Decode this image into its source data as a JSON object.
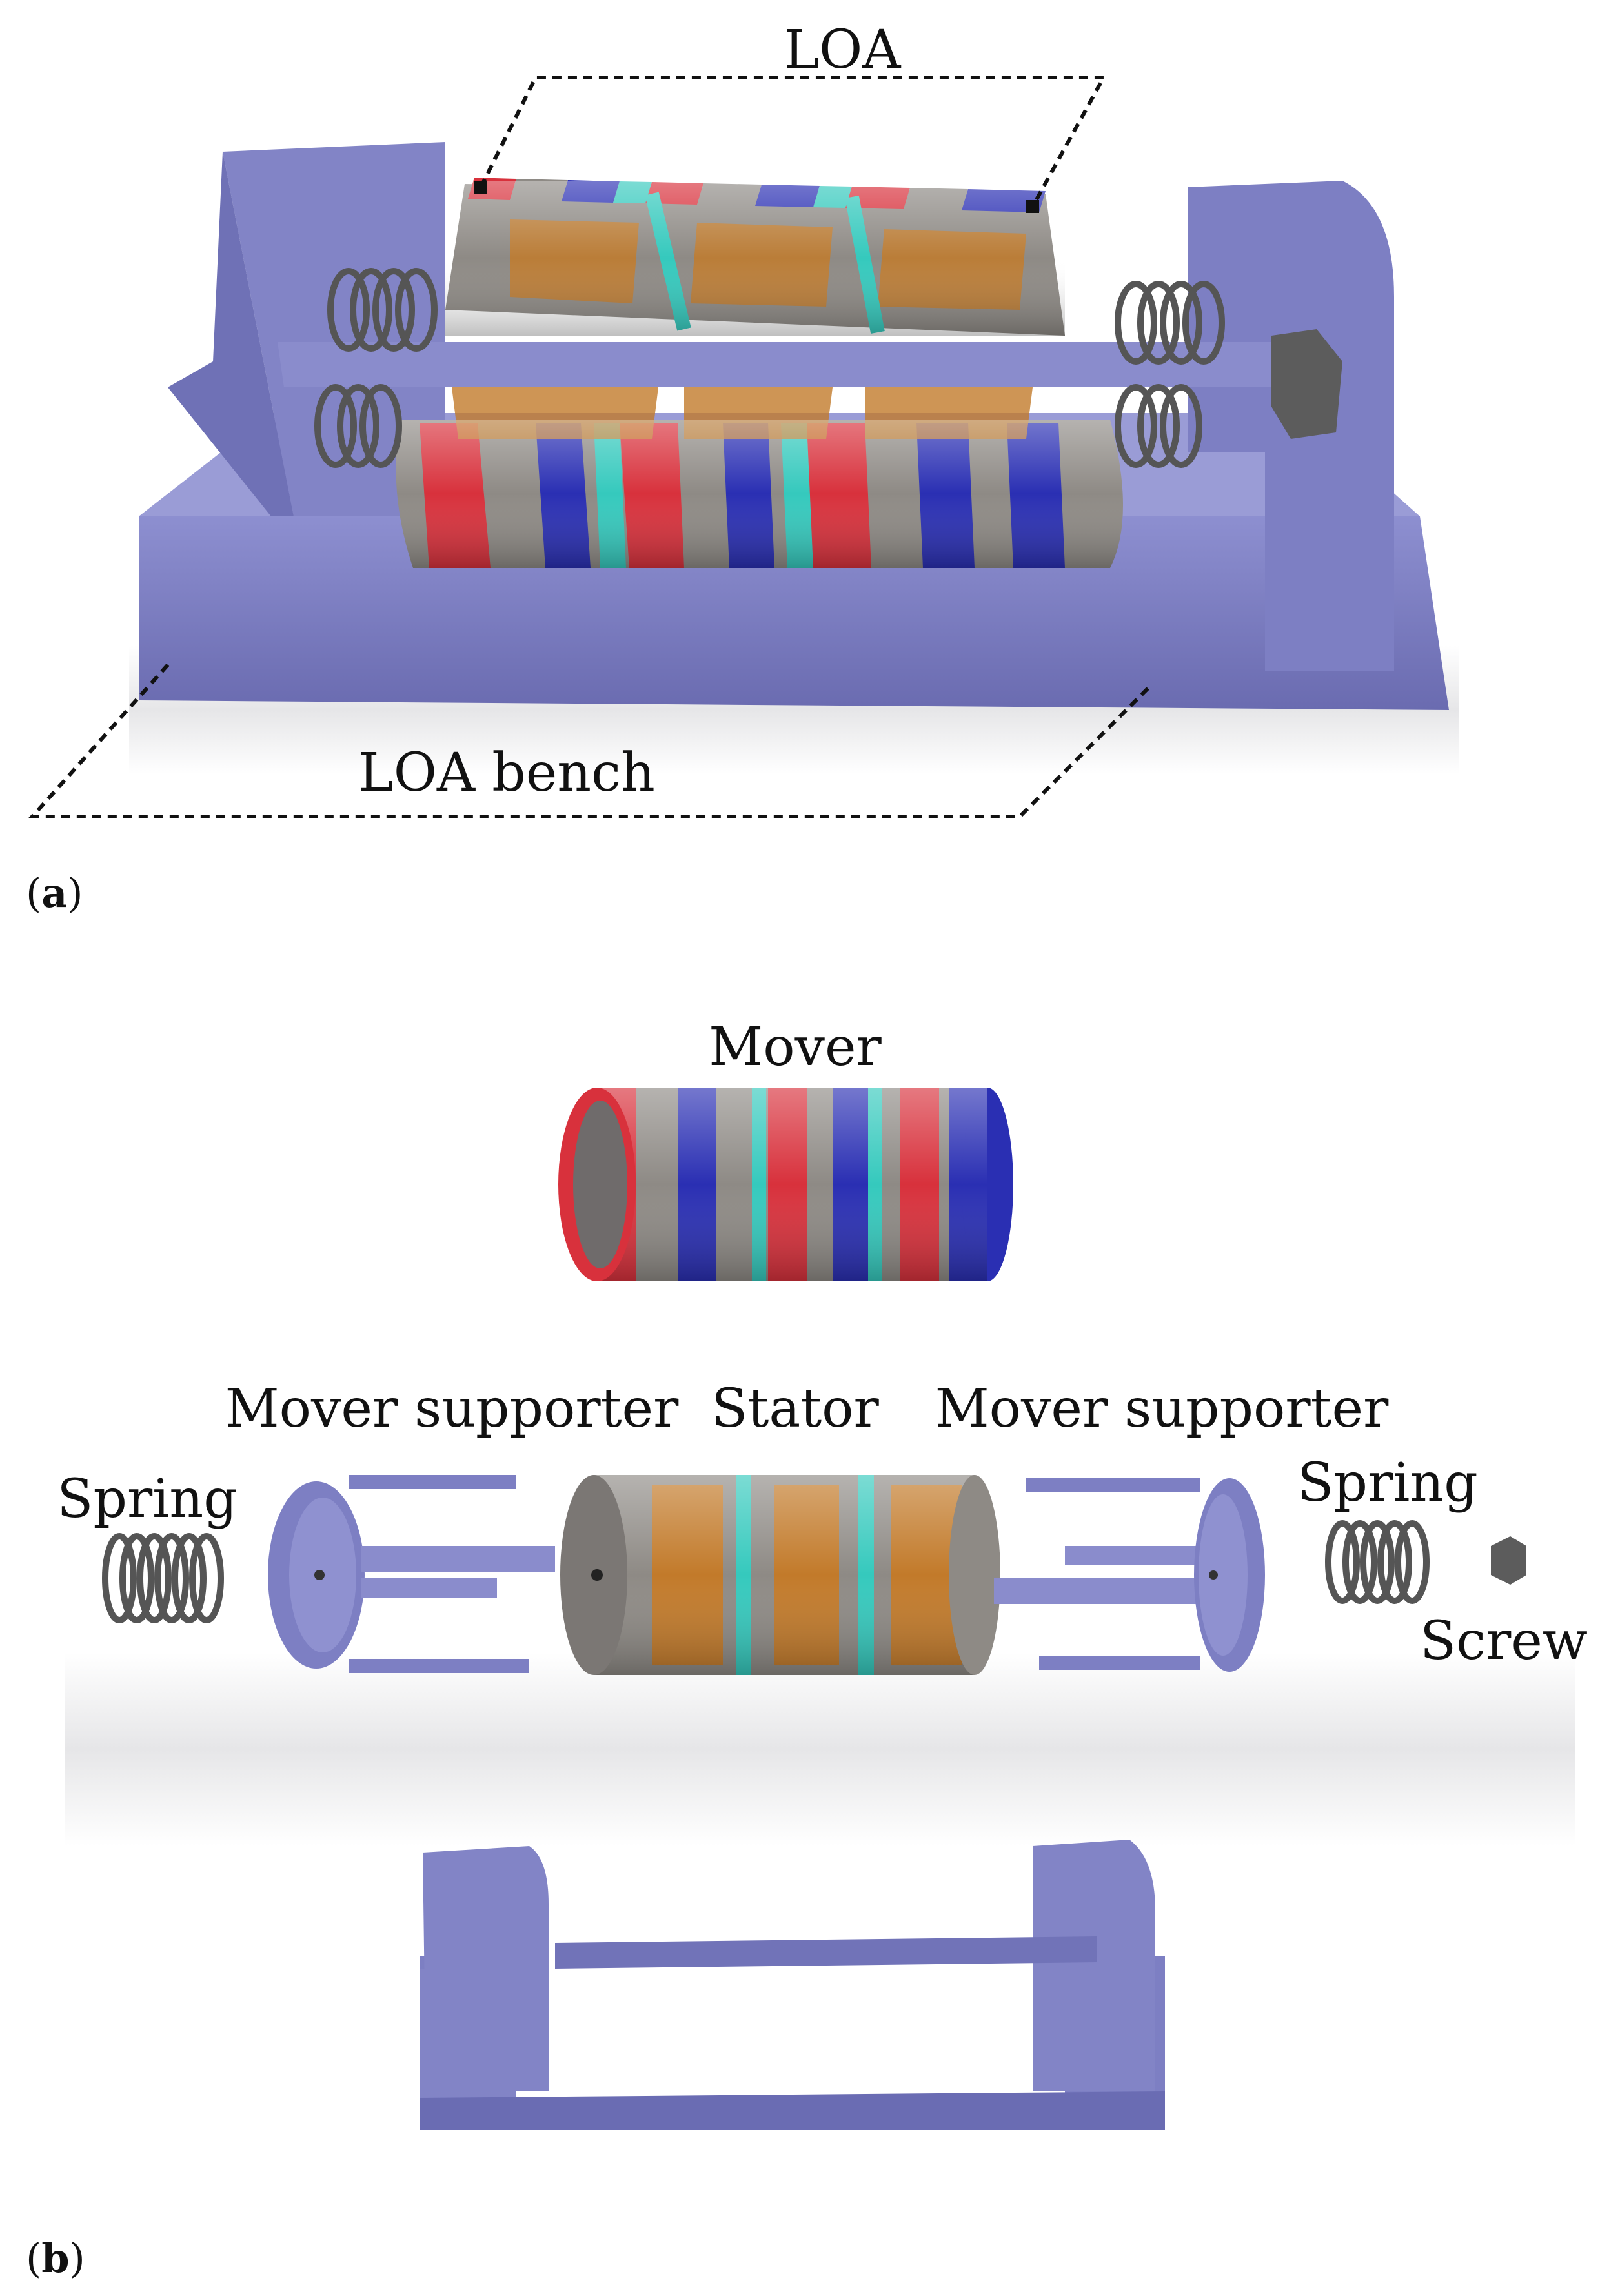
{
  "panel_a": {
    "letter": "a",
    "labels": {
      "loa": "LOA",
      "loa_bench": "LOA bench"
    }
  },
  "panel_b": {
    "letter": "b",
    "labels": {
      "mover": "Mover",
      "mover_supporter_left": "Mover supporter",
      "stator": "Stator",
      "mover_supporter_right": "Mover supporter",
      "spring_left": "Spring",
      "spring_right": "Spring",
      "screw": "Screw"
    }
  },
  "colors": {
    "bench": "#7d7fc3",
    "bench_dark": "#5e5f9f",
    "magnet_red": "#d8313c",
    "magnet_blue": "#2a2fb3",
    "steel_gray": "#8e8a85",
    "spacer_teal": "#35c9bd",
    "coil_orange": "#c27a2a",
    "spring": "#5a5a5a"
  }
}
